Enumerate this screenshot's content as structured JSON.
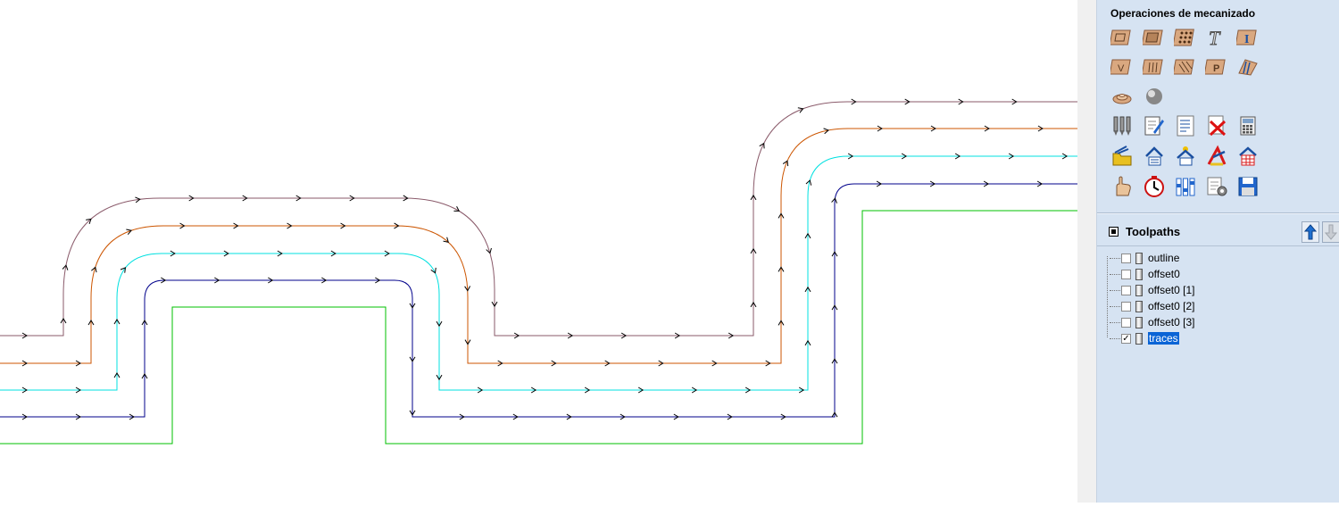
{
  "panel": {
    "title": "Operaciones de mecanizado",
    "icons": [
      {
        "name": "profile-icon"
      },
      {
        "name": "pocket-icon"
      },
      {
        "name": "drill-icon"
      },
      {
        "name": "text-engrave-icon"
      },
      {
        "name": "inlay-icon"
      },
      {
        "name": "vcarve-icon"
      },
      {
        "name": "fluting-icon"
      },
      {
        "name": "texture-icon"
      },
      {
        "name": "prism-icon"
      },
      {
        "name": "moulding-icon"
      },
      {
        "name": "3d-roughing-icon"
      },
      {
        "name": "3d-finishing-icon"
      },
      {
        "name": "tool-list-icon"
      },
      {
        "name": "edit-toolpath-icon"
      },
      {
        "name": "toolpath-summary-icon"
      },
      {
        "name": "delete-toolpath-icon"
      },
      {
        "name": "calculator-icon"
      },
      {
        "name": "open-folder-icon"
      },
      {
        "name": "merge-toolpaths-icon"
      },
      {
        "name": "template-icon"
      },
      {
        "name": "transform-icon"
      },
      {
        "name": "toolpath-tiling-icon"
      },
      {
        "name": "preview-hand-icon"
      },
      {
        "name": "time-estimate-icon"
      },
      {
        "name": "toolpath-control-icon"
      },
      {
        "name": "toolpath-settings-icon"
      },
      {
        "name": "save-toolpath-icon"
      }
    ]
  },
  "toolpaths": {
    "title": "Toolpaths",
    "items": [
      {
        "label": "outline",
        "checked": false
      },
      {
        "label": "offset0",
        "checked": false
      },
      {
        "label": "offset0 [1]",
        "checked": false
      },
      {
        "label": "offset0 [2]",
        "checked": false
      },
      {
        "label": "offset0 [3]",
        "checked": false
      },
      {
        "label": "traces",
        "checked": true
      }
    ]
  },
  "colors": {
    "outline": "#00c000",
    "offset0": "#00008b",
    "offset1": "#00e0e0",
    "offset2": "#cc5500",
    "offset3": "#8a5a6a",
    "panel_bg": "#d6e3f2",
    "selection": "#0a64d6"
  }
}
